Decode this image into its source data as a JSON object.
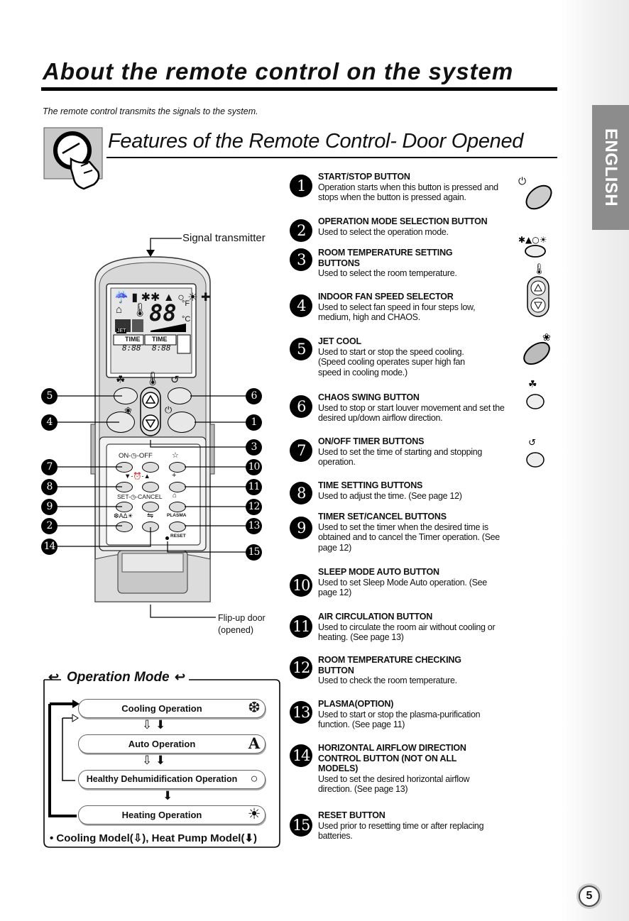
{
  "page": {
    "title": "About the remote control on the system",
    "subtitle": "The remote control transmits the signals to the system.",
    "section_title": "Features of the Remote Control- Door Opened",
    "language_tab": "ENGLISH",
    "page_number": "5"
  },
  "remote": {
    "signal_label": "Signal transmitter",
    "flip_label_1": "Flip-up door",
    "flip_label_2": "(opened)",
    "display": {
      "temp": "88",
      "unit_f": "°F",
      "unit_c": "°C",
      "timer_label": "TIME",
      "timer_value": "8:88",
      "jet": "JET"
    },
    "buttons": {
      "on_off_timer": "ON-◷-OFF",
      "time_set": "▼-⏰-▲",
      "set_cancel": "SET-◷-CANCEL",
      "plasma": "PLASMA",
      "reset": "RESET"
    },
    "callouts": [
      "5",
      "4",
      "7",
      "8",
      "9",
      "2",
      "14",
      "6",
      "1",
      "3",
      "10",
      "11",
      "12",
      "13",
      "15"
    ]
  },
  "features": [
    {
      "num": "1",
      "title": "START/STOP BUTTON",
      "desc": "Operation starts when this button is pressed and stops when the button is pressed again."
    },
    {
      "num": "2",
      "title": "OPERATION MODE SELECTION BUTTON",
      "desc": "Used to select the operation mode."
    },
    {
      "num": "3",
      "title": "ROOM TEMPERATURE SETTING BUTTONS",
      "desc": "Used to select the room temperature."
    },
    {
      "num": "4",
      "title": "INDOOR FAN SPEED SELECTOR",
      "desc": "Used to select fan speed in four steps low, medium, high and CHAOS."
    },
    {
      "num": "5",
      "title": "JET COOL",
      "desc": "Used to start or stop the speed cooling. (Speed cooling operates super high fan speed in cooling mode.)"
    },
    {
      "num": "6",
      "title": "CHAOS SWING BUTTON",
      "desc": "Used to stop or start louver movement and set the desired up/down airflow direction."
    },
    {
      "num": "7",
      "title": "ON/OFF TIMER BUTTONS",
      "desc": "Used to set the time of starting and stopping operation."
    },
    {
      "num": "8",
      "title": "TIME SETTING BUTTONS",
      "desc": "Used to adjust the time. (See page 12)"
    },
    {
      "num": "9",
      "title": "TIMER SET/CANCEL BUTTONS",
      "desc": "Used to set the timer when the desired time is obtained and to cancel the Timer operation. (See page 12)"
    },
    {
      "num": "10",
      "title": "SLEEP MODE AUTO BUTTON",
      "desc": "Used to set Sleep Mode Auto operation. (See page 12)"
    },
    {
      "num": "11",
      "title": "AIR CIRCULATION BUTTON",
      "desc": "Used to circulate the room air without cooling or heating. (See page 13)"
    },
    {
      "num": "12",
      "title": "ROOM TEMPERATURE CHECKING BUTTON",
      "desc": "Used to check the room temperature."
    },
    {
      "num": "13",
      "title": "PLASMA(OPTION)",
      "desc": "Used to start or stop the plasma-purification function. (See page 11)"
    },
    {
      "num": "14",
      "title": "HORIZONTAL AIRFLOW DIRECTION CONTROL BUTTON (NOT ON ALL MODELS)",
      "desc": "Used to set the desired horizontal airflow direction. (See page 13)"
    },
    {
      "num": "15",
      "title": "RESET BUTTON",
      "desc": "Used prior to resetting time or after replacing batteries."
    }
  ],
  "operation_mode": {
    "title": "Operation Mode",
    "modes": [
      {
        "label": "Cooling Operation",
        "icon": "❆"
      },
      {
        "label": "Auto Operation",
        "icon": "A"
      },
      {
        "label": "Healthy Dehumidification Operation",
        "icon": "○"
      },
      {
        "label": "Heating Operation",
        "icon": "☀"
      }
    ],
    "note": "• Cooling Model(⇩), Heat Pump Model(⬇)"
  },
  "icons": {
    "mode_icons": "❆AΔ☀"
  }
}
